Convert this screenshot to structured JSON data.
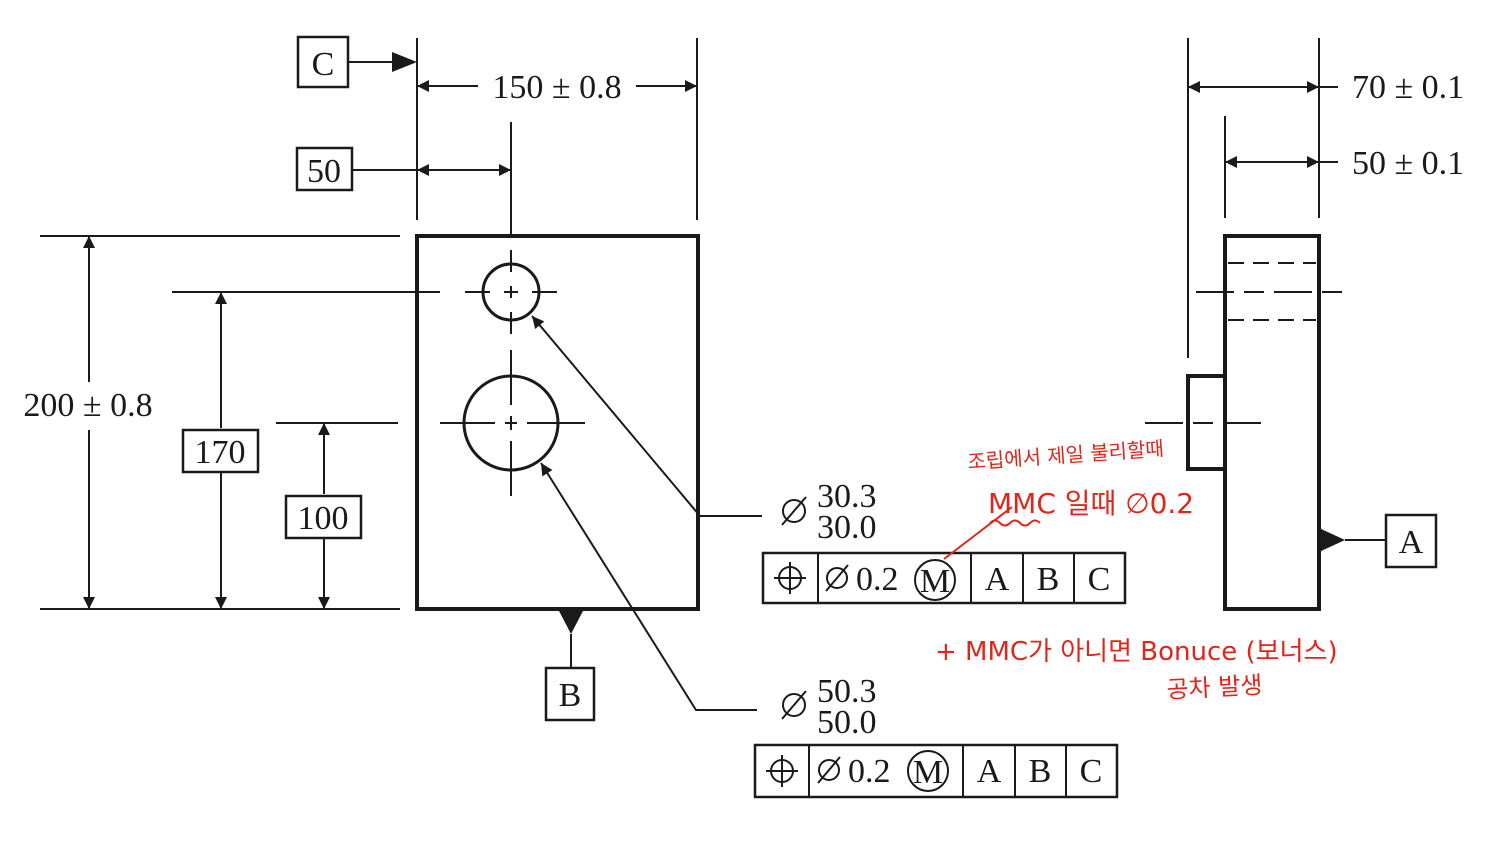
{
  "front_view": {
    "datum_c": "C",
    "dim_width": "150 ± 0.8",
    "dim_hole_x": "50",
    "dim_height": "200 ± 0.8",
    "dim_small_hole_y": "170",
    "dim_large_hole_y": "100",
    "datum_b": "B"
  },
  "small_hole_callout": {
    "diameter_upper": "30.3",
    "diameter_lower": "30.0",
    "fcf": {
      "tolerance": "0.2",
      "modifier": "M",
      "datums": [
        "A",
        "B",
        "C"
      ]
    }
  },
  "large_hole_callout": {
    "diameter_upper": "50.3",
    "diameter_lower": "50.0",
    "fcf": {
      "tolerance": "0.2",
      "modifier": "M",
      "datums": [
        "A",
        "B",
        "C"
      ]
    }
  },
  "side_view": {
    "dim_total": "70 ± 0.1",
    "dim_partial": "50 ± 0.1",
    "datum_a": "A"
  },
  "annotations": {
    "line1": "조립에서 제일 불리할때",
    "line2": "MMC 일때  ∅0.2",
    "line3": "+ MMC가 아니면  Bonuce (보너스)",
    "line4": "공차 발생"
  },
  "colors": {
    "ink": "#1a1a1a",
    "annotation": "#e0261b"
  }
}
